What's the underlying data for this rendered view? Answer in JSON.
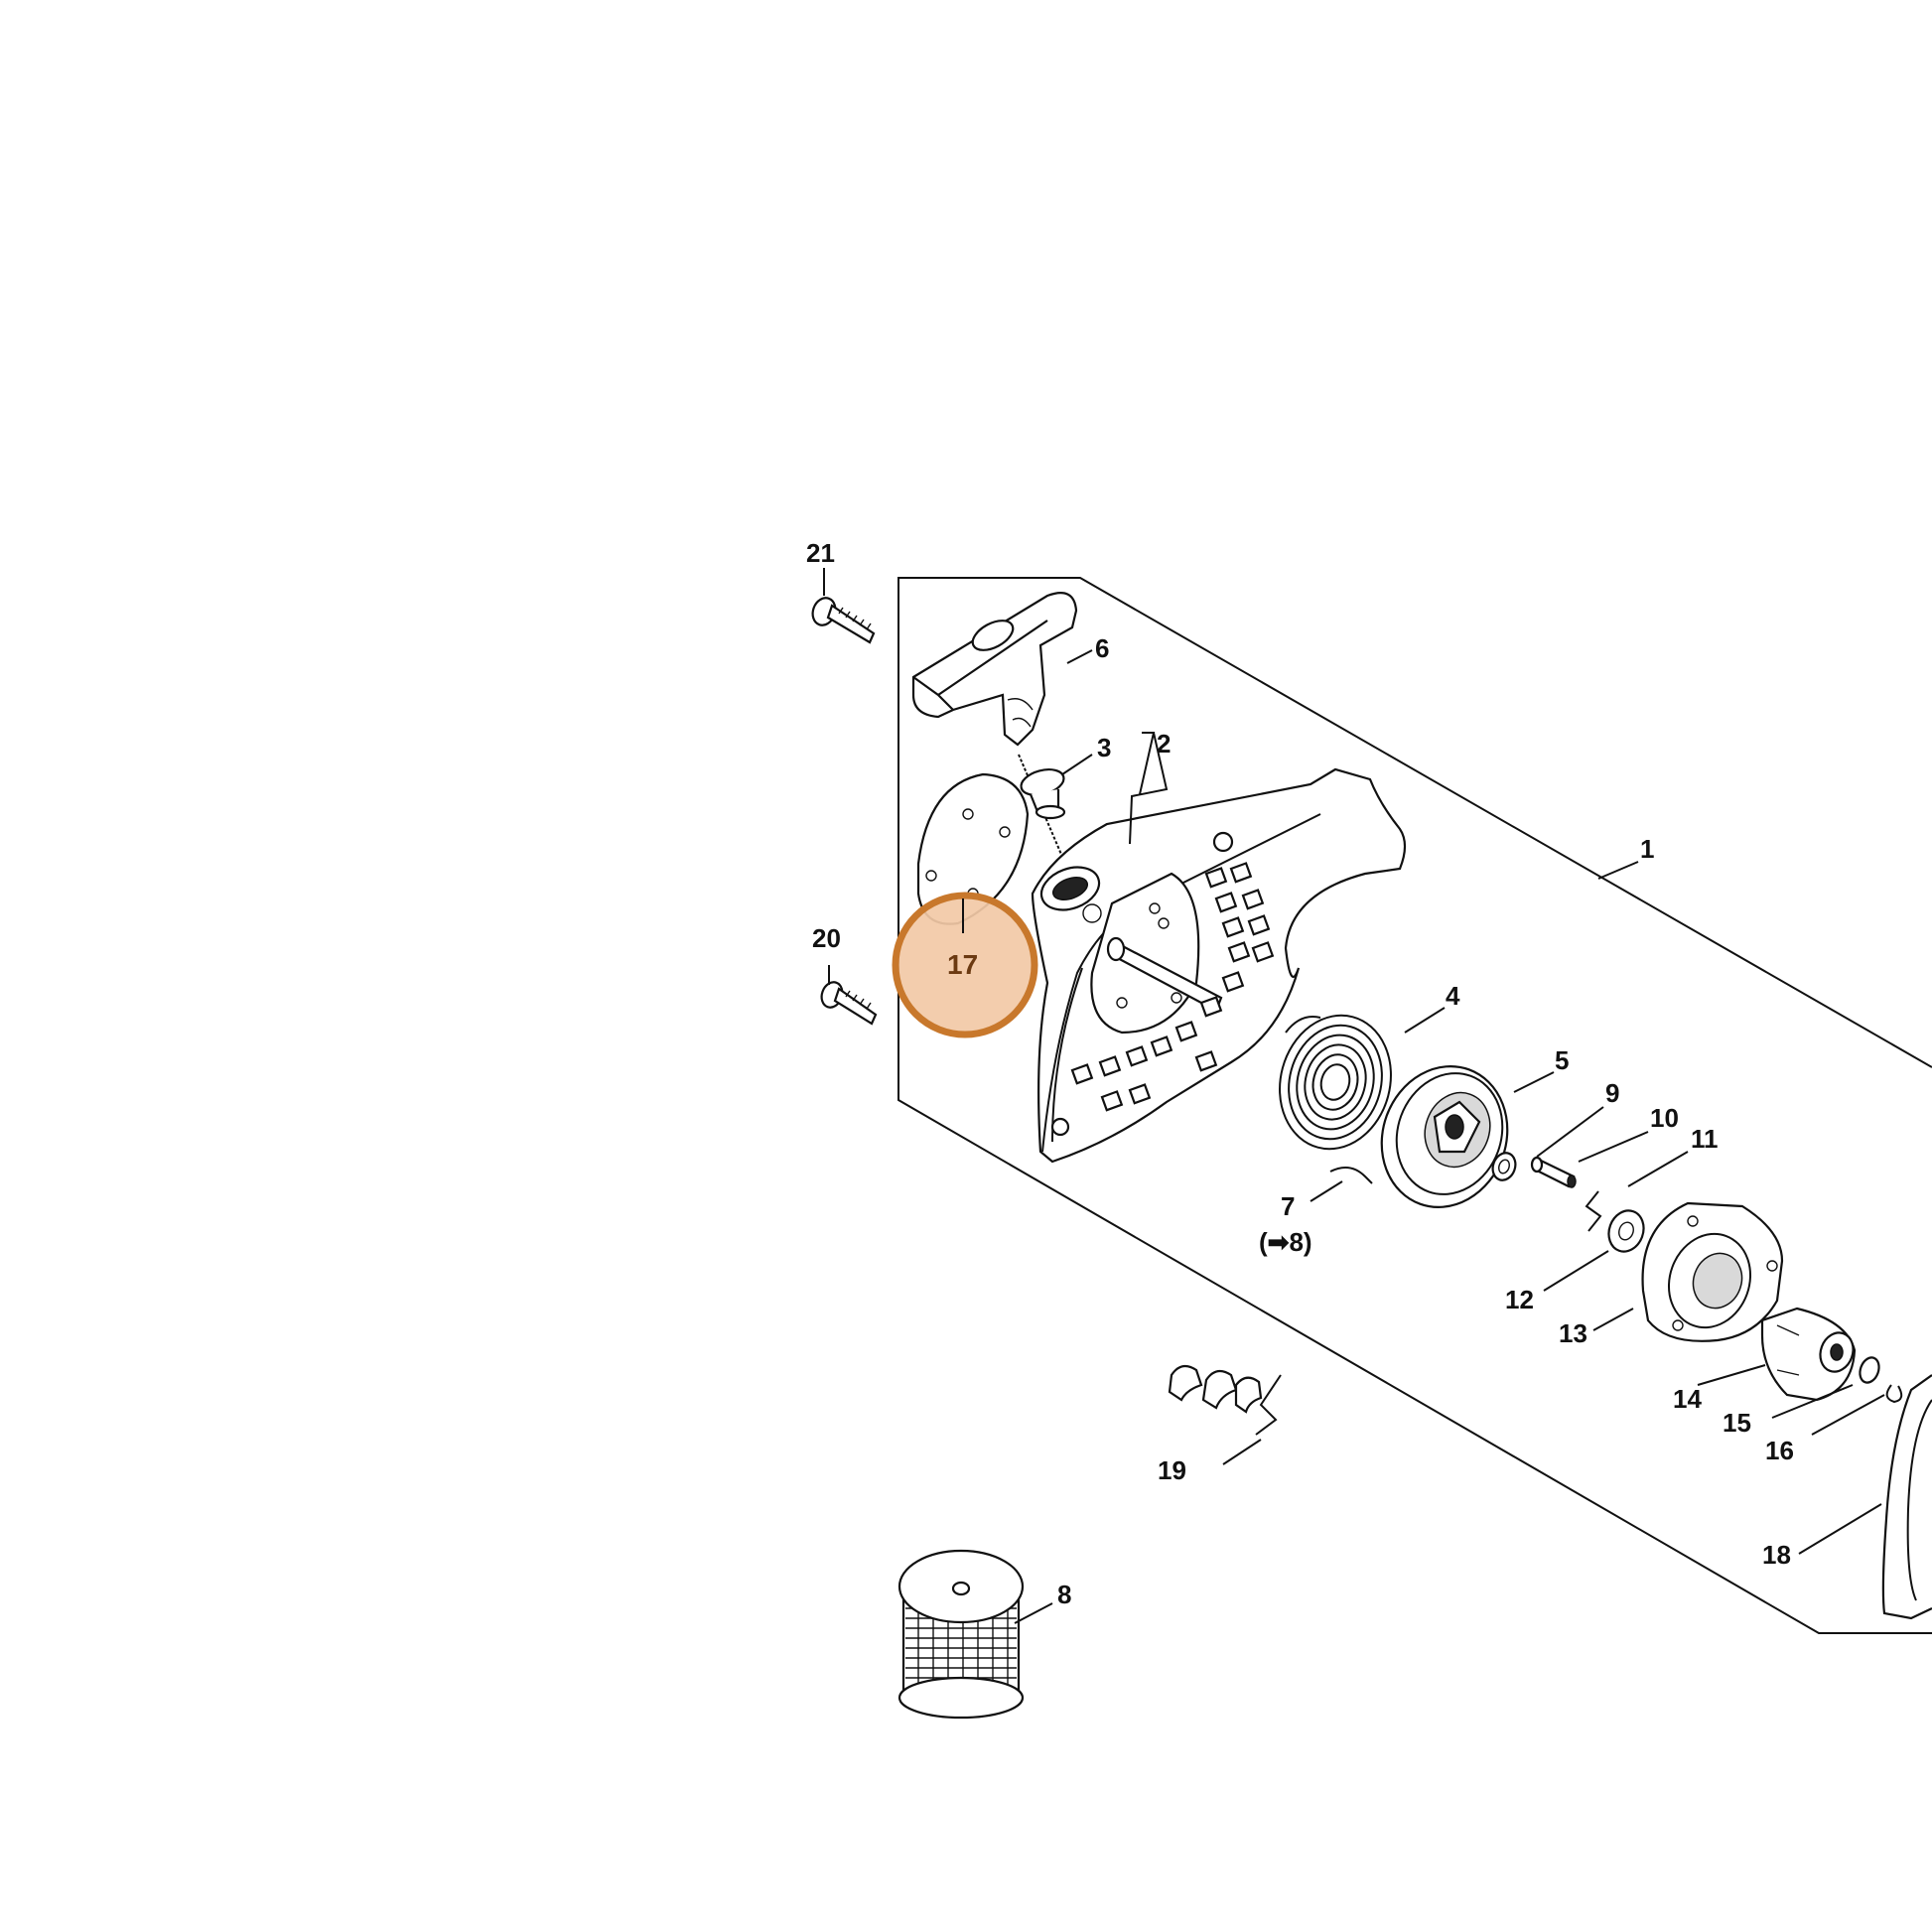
{
  "diagram": {
    "highlight_color": "#f2c9a6",
    "highlight_ring": "#c8782c",
    "callouts": [
      {
        "id": "1",
        "text": "1"
      },
      {
        "id": "2",
        "text": "2"
      },
      {
        "id": "3",
        "text": "3"
      },
      {
        "id": "4",
        "text": "4"
      },
      {
        "id": "5",
        "text": "5"
      },
      {
        "id": "6",
        "text": "6"
      },
      {
        "id": "7",
        "text": "7"
      },
      {
        "id": "7ref",
        "text": "(➡8)"
      },
      {
        "id": "8",
        "text": "8"
      },
      {
        "id": "9",
        "text": "9"
      },
      {
        "id": "10",
        "text": "10"
      },
      {
        "id": "11",
        "text": "11"
      },
      {
        "id": "12",
        "text": "12"
      },
      {
        "id": "13",
        "text": "13"
      },
      {
        "id": "14",
        "text": "14"
      },
      {
        "id": "15",
        "text": "15"
      },
      {
        "id": "16",
        "text": "16"
      },
      {
        "id": "17",
        "text": "17"
      },
      {
        "id": "18",
        "text": "18"
      },
      {
        "id": "19",
        "text": "19"
      },
      {
        "id": "20",
        "text": "20"
      },
      {
        "id": "21",
        "text": "21"
      }
    ]
  }
}
